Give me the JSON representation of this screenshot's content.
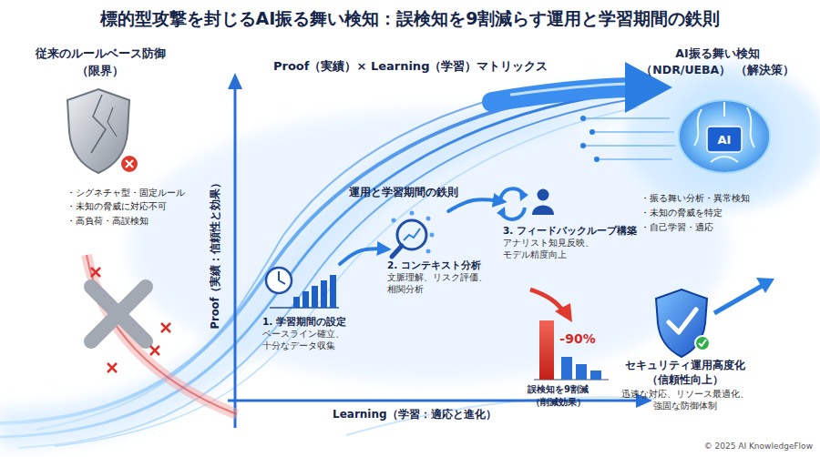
{
  "diagram": {
    "title": "標的型攻撃を封じるAI振る舞い検知：誤検知を9割減らす運用と学習期間の鉄則",
    "nodes": [
      {
        "text": [
          "従来のルールベース防御 （限界）",
          "・シグネチャ型・固定ルール",
          "・未知の脅威に対応不可",
          "・高負荷・高誤検知"
        ]
      },
      {
        "text": [
          "1. 学習期間の設定",
          "ベースライン確立、 十分なデータ収集"
        ]
      },
      {
        "text": [
          "2. コンテキスト分析",
          "文脈理解、リスク評価、 相関分析"
        ]
      },
      {
        "text": [
          "3. フィードバックループ構築",
          "アナリスト知見反映、 モデル精度向上"
        ]
      },
      {
        "text": [
          "AI振る舞い検知（NDR/UEBA） （解決策）",
          "・振る舞い分析・異常検知",
          "・未知の脅威を特定",
          "・自己学習・適応"
        ]
      },
      {
        "text": [
          "誤検知を9割減 （削減効果）"
        ]
      },
      {
        "text": [
          "セキュリティ運用高度化 （信頼性向上）",
          "迅速な対応、リソース最適化、 強固な防御体制"
        ]
      }
    ],
    "edges": [
      {
        "from": 1,
        "to": 2,
        "arrow": "to"
      },
      {
        "from": 2,
        "to": 3,
        "arrow": "to"
      }
    ],
    "labels": [
      "Proof（実績）× Learning（学習）マトリックス",
      "運用と学習期間の鉄則",
      "Proof（実績：信頼性と効果）",
      "Learning（学習：適応と進化）",
      "AI",
      "-90%",
      "© 2025 AI KnowledgeFlow"
    ]
  }
}
